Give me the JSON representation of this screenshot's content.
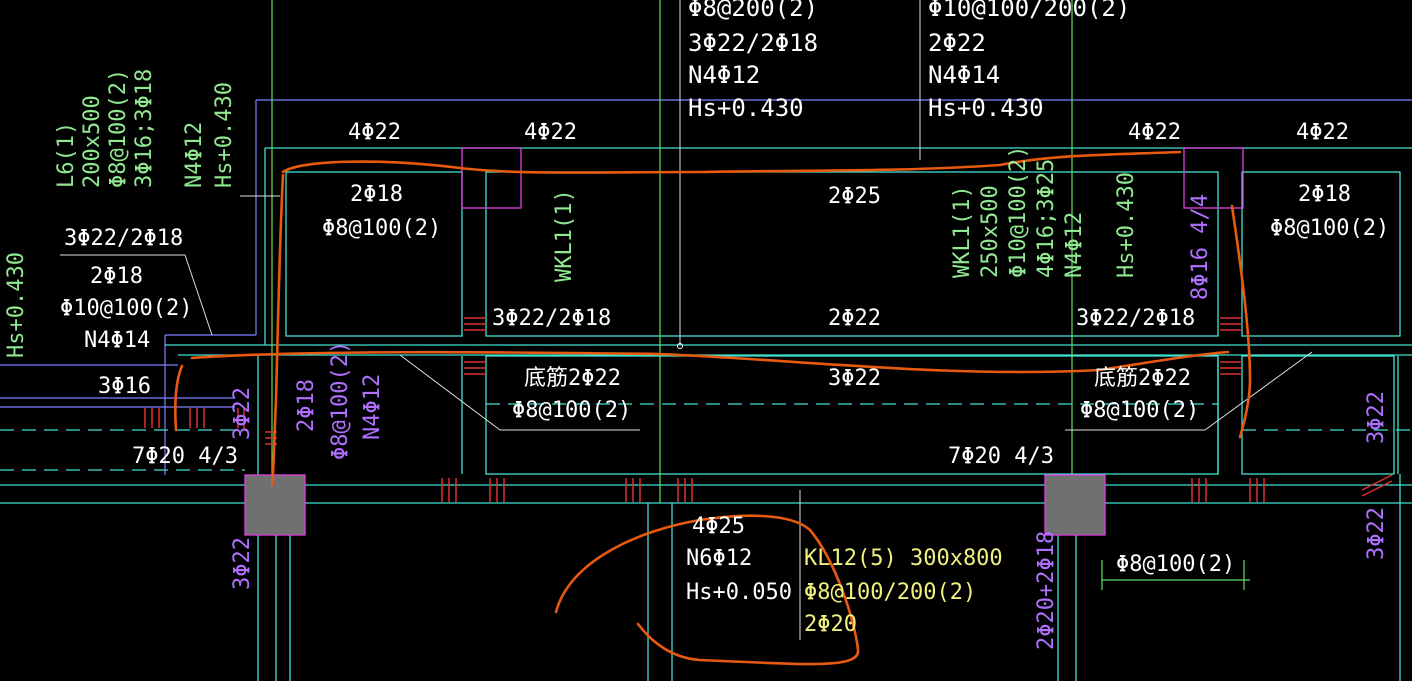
{
  "colors": {
    "background": "#000000",
    "beam_outline": "#40e0d0",
    "column_fill": "#707070",
    "column_outline": "#e040e0",
    "annotation_text": "#ffffff",
    "beam_label_green": "#90e890",
    "beam_label_yellow": "#f0f080",
    "section_text_purple": "#b070ff",
    "markup_stroke": "#e85a10",
    "rebar_tick": "#e03030",
    "frame_line": "#8080ff"
  },
  "labels": {
    "top_left_1": "Φ8@200(2)",
    "top_left_2": "3Φ22/2Φ18",
    "top_left_3": "N4Φ12",
    "top_left_4": "Hs+0.430",
    "top_right_1": "Φ10@100/200(2)",
    "top_right_2": "2Φ22",
    "top_right_3": "N4Φ14",
    "top_right_4": "Hs+0.430",
    "beam_top_a": "4Φ22",
    "beam_top_b": "4Φ22",
    "beam_top_c": "4Φ22",
    "beam_top_d": "4Φ22",
    "l6_1": "L6(1)",
    "l6_2": "200x500",
    "l6_3": "Φ8@100(2)",
    "l6_4": "3Φ16;3Φ18",
    "l6_5": "N4Φ12",
    "l6_6": "Hs+0.430",
    "left_hs": "Hs+0.430",
    "left_top_bars": "3Φ22/2Φ18",
    "left_2": "2Φ18",
    "left_3": "Φ10@100(2)",
    "left_4": "N4Φ14",
    "left_5": "3Φ16",
    "cell_a_1": "2Φ18",
    "cell_a_2": "Φ8@100(2)",
    "cell_c_1": "2Φ18",
    "cell_c_2": "Φ8@100(2)",
    "mid_top": "2Φ25",
    "wkl_small": "WKL1(1)",
    "wkl_1": "WKL1(1)",
    "wkl_2": "250x500",
    "wkl_3": "Φ10@100(2)",
    "wkl_4": "4Φ16;3Φ25",
    "wkl_5": "N4Φ12",
    "wkl_6": "Hs+0.430",
    "right_vertical": "8Φ16 4/4",
    "mid_1": "3Φ22/2Φ18",
    "mid_2": "2Φ22",
    "mid_3": "3Φ22/2Φ18",
    "bottom_a_1": "底筋2Φ22",
    "bottom_a_2": "Φ8@100(2)",
    "bottom_mid": "3Φ22",
    "bottom_b_1": "底筋2Φ22",
    "bottom_b_2": "Φ8@100(2)",
    "p_3022_a": "3Φ22",
    "p_2018": "2Φ18",
    "p_stir": "Φ8@100(2)",
    "p_n4": "N4Φ12",
    "p_3022_b": "3Φ22",
    "p_3022_r1": "3Φ22",
    "p_3022_r2": "3Φ22",
    "p_2020": "2Φ20+2Φ18",
    "row_left": "7Φ20 4/3",
    "row_right": "7Φ20 4/3",
    "kl_left_1": "4Φ25",
    "kl_left_2": "N6Φ12",
    "kl_left_3": "Hs+0.050",
    "kl_1": "KL12(5) 300x800",
    "kl_2": "Φ8@100/200(2)",
    "kl_3": "2Φ20",
    "dim": "Φ8@100(2)"
  }
}
